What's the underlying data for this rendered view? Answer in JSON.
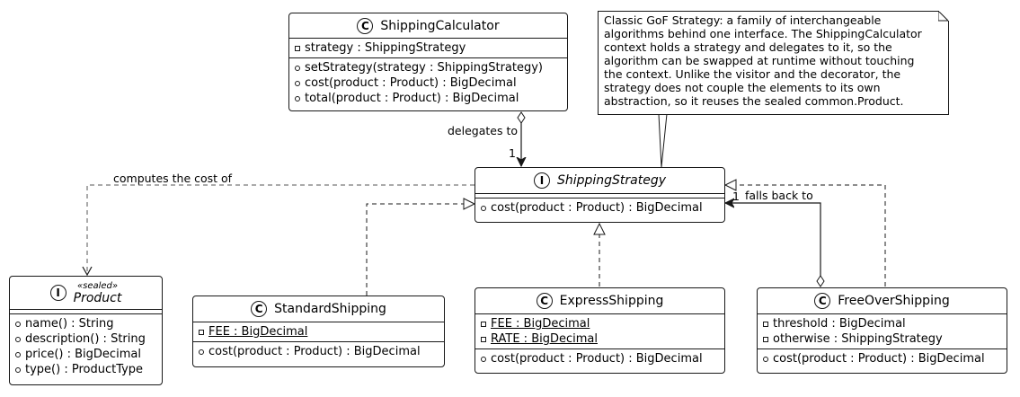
{
  "classes": {
    "shipping_calculator": {
      "name": "ShippingCalculator",
      "badge": "C",
      "fields": [
        "strategy : ShippingStrategy"
      ],
      "methods": [
        "setStrategy(strategy : ShippingStrategy)",
        "cost(product : Product) : BigDecimal",
        "total(product : Product) : BigDecimal"
      ]
    },
    "shipping_strategy": {
      "name": "ShippingStrategy",
      "badge": "I",
      "methods": [
        "cost(product : Product) : BigDecimal"
      ]
    },
    "product": {
      "name": "Product",
      "badge": "I",
      "stereotype": "«sealed»",
      "methods": [
        "name() : String",
        "description() : String",
        "price() : BigDecimal",
        "type() : ProductType"
      ]
    },
    "standard_shipping": {
      "name": "StandardShipping",
      "badge": "C",
      "fields": [
        "FEE : BigDecimal"
      ],
      "methods": [
        "cost(product : Product) : BigDecimal"
      ]
    },
    "express_shipping": {
      "name": "ExpressShipping",
      "badge": "C",
      "fields": [
        "FEE : BigDecimal",
        "RATE : BigDecimal"
      ],
      "methods": [
        "cost(product : Product) : BigDecimal"
      ]
    },
    "free_over_shipping": {
      "name": "FreeOverShipping",
      "badge": "C",
      "fields": [
        "threshold : BigDecimal",
        "otherwise : ShippingStrategy"
      ],
      "methods": [
        "cost(product : Product) : BigDecimal"
      ]
    }
  },
  "note": {
    "lines": [
      "Classic GoF Strategy: a family of interchangeable",
      "algorithms behind one interface. The ShippingCalculator",
      "context holds a strategy and delegates to it, so the",
      "algorithm can be swapped at runtime without touching",
      "the context. Unlike the visitor and the decorator, the",
      "strategy does not couple the elements to its own",
      "abstraction, so it reuses the sealed common.Product."
    ]
  },
  "relations": {
    "delegates_label": "delegates to",
    "delegates_multiplicity": "1",
    "computes_label": "computes the cost of",
    "falls_back_label": "falls back to",
    "falls_back_multiplicity": "1"
  }
}
